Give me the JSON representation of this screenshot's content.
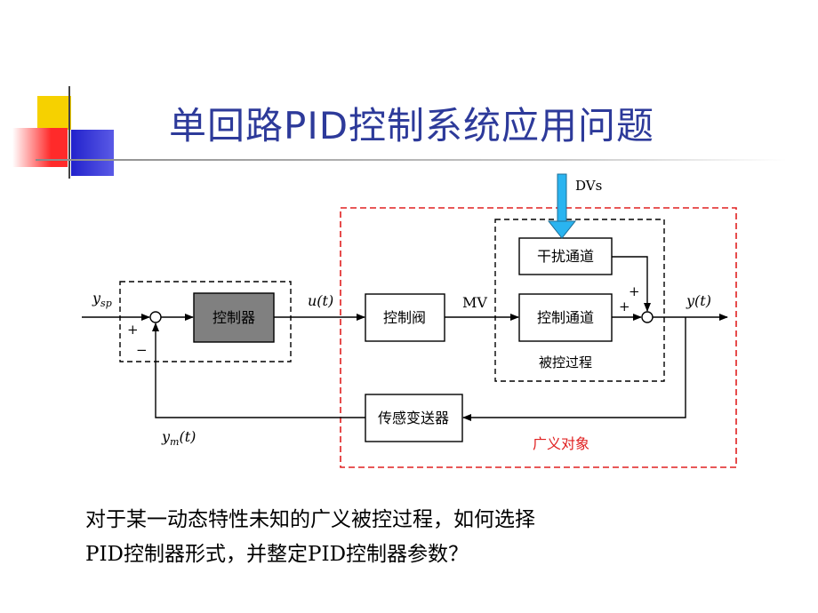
{
  "slide": {
    "title": "单回路PID控制系统应用问题",
    "question_line1": "对于某一动态特性未知的广义被控过程，如何选择",
    "question_line2": "PID控制器形式，并整定PID控制器参数？"
  },
  "diagram": {
    "blocks": {
      "controller": "控制器",
      "valve": "控制阀",
      "control_channel": "控制通道",
      "disturbance_channel": "干扰通道",
      "sensor": "传感变送器"
    },
    "signals": {
      "setpoint": "y",
      "setpoint_sub": "sp",
      "control_output": "u(t)",
      "manipulated_variable": "MV",
      "disturbances": "DVs",
      "process_output": "y(t)",
      "measured": "y",
      "measured_sub": "m",
      "measured_arg": "(t)"
    },
    "signs": {
      "summer1_plus": "+",
      "summer1_minus": "−",
      "summer2_plus_left": "+",
      "summer2_plus_top": "+"
    },
    "group_labels": {
      "controlled_process": "被控过程",
      "generalized_object": "广义对象"
    },
    "colors": {
      "generalized_object": "#e02020",
      "disturbance_arrow": "#2ab4f0",
      "controller_fill": "#808080",
      "title": "#2d3a9a"
    }
  }
}
